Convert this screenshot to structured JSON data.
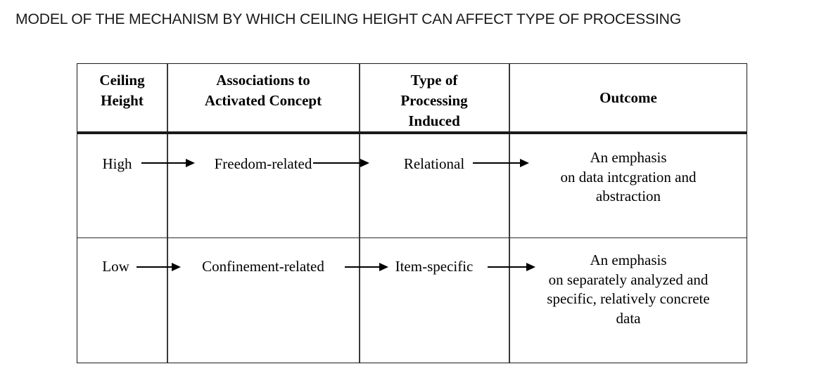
{
  "figure": {
    "title": "MODEL OF THE MECHANISM BY WHICH CEILING HEIGHT CAN AFFECT TYPE OF PROCESSING"
  },
  "table": {
    "columns": [
      {
        "key": "ceiling_height",
        "header": "Ceiling\nHeight"
      },
      {
        "key": "associations",
        "header": "Associations to\nActivated Concept"
      },
      {
        "key": "processing",
        "header": "Type of\nProcessing\nInduced"
      },
      {
        "key": "outcome",
        "header": "Outcome"
      }
    ],
    "rows": [
      {
        "ceiling_height": "High",
        "associations": "Freedom-related",
        "processing": "Relational",
        "outcome": "An emphasis\non data intcgration and\nabstraction"
      },
      {
        "ceiling_height": "Low",
        "associations": "Confinement-related",
        "processing": "Item-specific",
        "outcome": "An emphasis\non separately analyzed and\nspecific, relatively concrete\ndata"
      }
    ],
    "flow_arrows": [
      {
        "from": "High",
        "to": "Freedom-related"
      },
      {
        "from": "Freedom-related",
        "to": "Relational"
      },
      {
        "from": "Relational",
        "to": "An emphasis on data intcgration and abstraction"
      },
      {
        "from": "Low",
        "to": "Confinement-related"
      },
      {
        "from": "Confinement-related",
        "to": "Item-specific"
      },
      {
        "from": "Item-specific",
        "to": "An emphasis on separately analyzed and specific, relatively concrete data"
      }
    ]
  },
  "colors": {
    "background": "#ffffff",
    "text": "#000000",
    "title_text": "#1a1a1a",
    "border": "#1a1a1a",
    "divider": "#3a3a3a"
  }
}
